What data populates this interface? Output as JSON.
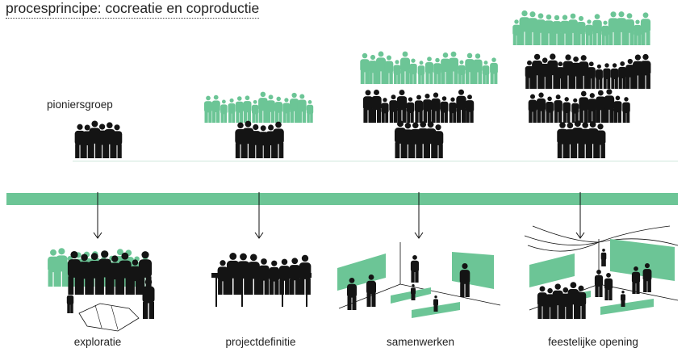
{
  "title": "procesprincipe: cocreatie en coproductie",
  "pioneer_label": "pioniersgroep",
  "stages": [
    {
      "label": "exploratie"
    },
    {
      "label": "projectdefinitie"
    },
    {
      "label": "samenwerken"
    },
    {
      "label": "feestelijke opening"
    }
  ],
  "crowd_rows": [
    {
      "black_rows": 1,
      "green_rows": 0
    },
    {
      "black_rows": 1,
      "green_rows": 1
    },
    {
      "black_rows": 2,
      "green_rows": 1
    },
    {
      "black_rows": 3,
      "green_rows": 1
    }
  ],
  "colors": {
    "accent_green": "#6cc596",
    "silhouette": "#141414",
    "line": "#cfe8db",
    "text": "#222222"
  },
  "icons": [
    "person-silhouette-icon",
    "down-arrow-icon"
  ]
}
